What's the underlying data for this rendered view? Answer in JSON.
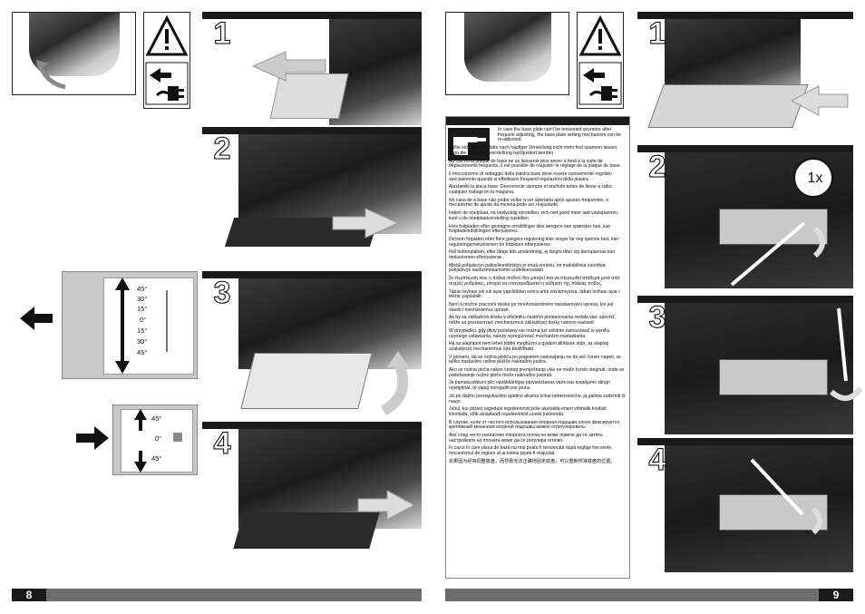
{
  "left_page": {
    "page_number": "8",
    "steps": [
      "1",
      "2",
      "3",
      "4"
    ],
    "angle_scale_top": [
      "45°",
      "30°",
      "15°",
      "0°",
      "15°",
      "30°",
      "45°"
    ],
    "angle_scale_bottom": [
      "45°",
      "0°",
      "45°"
    ]
  },
  "right_page": {
    "page_number": "9",
    "steps": [
      "1",
      "2",
      "3",
      "4"
    ],
    "badge": "1x",
    "paragraphs": [
      "In case the base plate can't be tensioned anymore after frequent adjusting, the base plate setting mechanism can be re-adjusted.",
      "Sollte sich die Fußplatte nach häufiger Verstellung nicht mehr fest spannen lassen, kann die Fußplattenverstellung nachjustiert werden.",
      "Au cas où la plaque de base ne se laisserait plus serrer à fond à la suite de déplacements fréquents, il est possible de réajuster le réglage de la plaque de base.",
      "Il meccanismo di settaggio della piastra base deve essere nuovamente regolato specialmente quando si effettuano frequenti regolazioni della piastra.",
      "Ajustando la placa base. Desconecte siempre el enchufe antes de llevar a cabo cualquier trabajo en la máquina.",
      "No caso de a base não poder voltar a ser apertada após ajustes frequentes, o mecanismo de ajuste da mesma pode ser reajustado.",
      "Indien de voetplaat, na veelvuldig verstellen, zich niet goed meer laat vastspannen, kunt u de voetplaatverstelling nastellen",
      "Hvis fodpladen efter gentagne omstillinger ikke længere kan spændes fast, kan fodpladeindstillingen efterjusteres.",
      "Dersom fotplaten etter flere gangers regulering ikke lenger lar seg spenne fast, kan reguleringsmekanismen for fotplaten etterjusteres.",
      "Ifall bottenplattan, efter långs tids användning, ej längre låter sig återspännas kan mekanismen efterjusteras.",
      "Mikäli pohjalevyn paikoilleenkiristys ei enää onnistu, on mahdollista suorittaa pohjalevyn asetusmekanismin uudelleensäätö.",
      "Σε περίπτωση που η πλάκα ποδιού δεν μπορεί πια να στερεωθεί σταθερά μετά από συχνές ρυθμίσεις, μπορεί να επαναρυθμιστεί η ρύθμιση της πλάκας ποδός.",
      "Taban levhası sık sık ayar yapıldıktan sonra artık sıkılamıyorsa, taban levhası ayar i tekrar yapılabilir.",
      "Není-li možné pracovní desku po mnohonásobném nasatavování upnout, lze její stavěcí mechanismus upravit.",
      "Ak by sa základová doska v dôsledku častého prestavovania nedala viac upevniť, môže sa prestavovací mechanizmus základovej dosky nanovo nastaviť.",
      "W przypadku, gdy płyty podstawy nie można już solidnie zamocować w wyniku częstego ustawiania, należy wyregulować mechanizm nastawiania.",
      "Ha az alaplapot nem lehet többé meghúzni a gyakori állítások után, az alaplap szabályozó mechanizmus újra beállítható.",
      "V primeru, da se nožna plošča po pogostem nastavljanju ne da več čvrsto napeti, se lahko nastavitev nožne plošče naknadno justira.",
      "Ako se nožna ploča nakon čestog premještanja više ne može čvrsto stegnuti, onda se podešavanje nožne ploče može naknadno justirati.",
      "Ja pamata plāksni pēc vairākkārtējas pārvietošanas vairs nav iespējams stingri nostiprināt, to vajag noregulēt par jaunu.",
      "Jei po dažno perreguliavimo apatinė atrama tvirtai neberisiveržia, ją galima suderinti iš naujo.",
      "Juhul, kui pärast sagedast reguleerimist pole alustalda enam võimalik kindlalt kinnitada, võib alusplaadi reguleerimist uuesti justeerida.",
      "В случае, если от частого использования опорная подошва плохо фиксируется, крепежный механизм опорной подошвы можно отрегулировать.",
      "Ако след често нагласяне опорната плоча не може повече да се затяга, настройката на плочата може да се регулира отново.",
      "În cazul în care placa de bază nu mai poate fi tensionată după reglaje frecvente, mecanismul de reglare al acesteia poate fi reajustat.",
      "如果因为经常调整底盘，而导致无法正确地固定底盘，可以重新校准底盘的位置。"
    ]
  },
  "colors": {
    "step_bar": "#1a1a1a",
    "footer_bar": "#6d6d6d",
    "highlight_panel": "#c8c8c8"
  },
  "icons": [
    "warning-triangle-icon",
    "unplug-icon",
    "pointing-hand-icon",
    "arrow-icon"
  ]
}
